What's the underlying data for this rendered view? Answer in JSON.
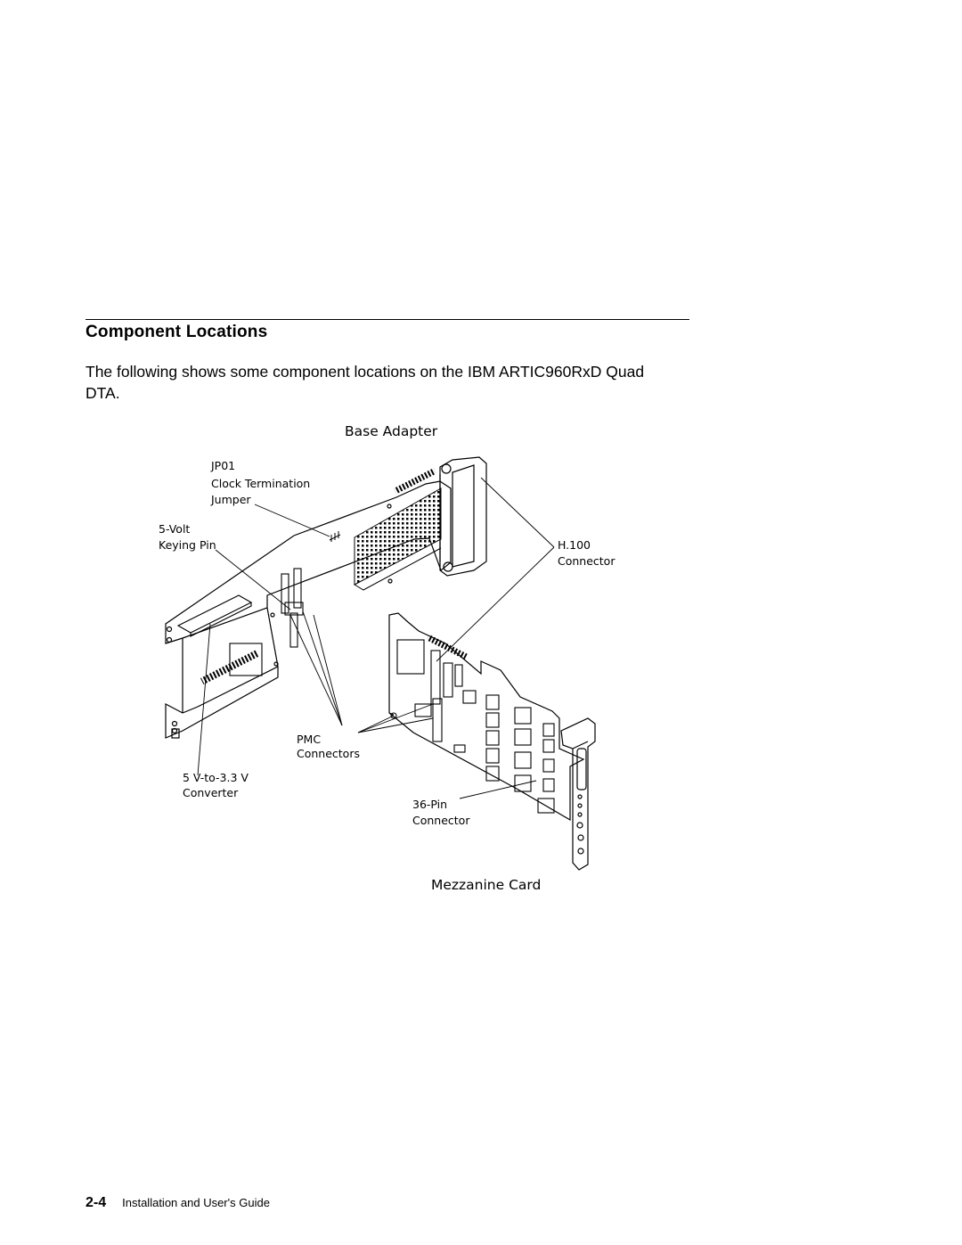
{
  "section": {
    "title": "Component Locations",
    "intro": "The following shows some component locations on the IBM ARTIC960RxD Quad DTA."
  },
  "figure": {
    "base_title": "Base Adapter",
    "mezzanine_title": "Mezzanine Card",
    "jp01": {
      "line1": "JP01",
      "line2": "Clock Termination",
      "line3": "Jumper"
    },
    "keying_pin": {
      "line1": "5-Volt",
      "line2": "Keying Pin"
    },
    "h100": {
      "line1": "H.100",
      "line2": "Connector"
    },
    "pmc": {
      "line1": "PMC",
      "line2": "Connectors"
    },
    "converter": {
      "line1": "5 V-to-3.3 V",
      "line2": "Converter"
    },
    "pin36": {
      "line1": "36-Pin",
      "line2": "Connector"
    }
  },
  "footer": {
    "page_number": "2-4",
    "guide_title": "Installation and User's Guide"
  }
}
